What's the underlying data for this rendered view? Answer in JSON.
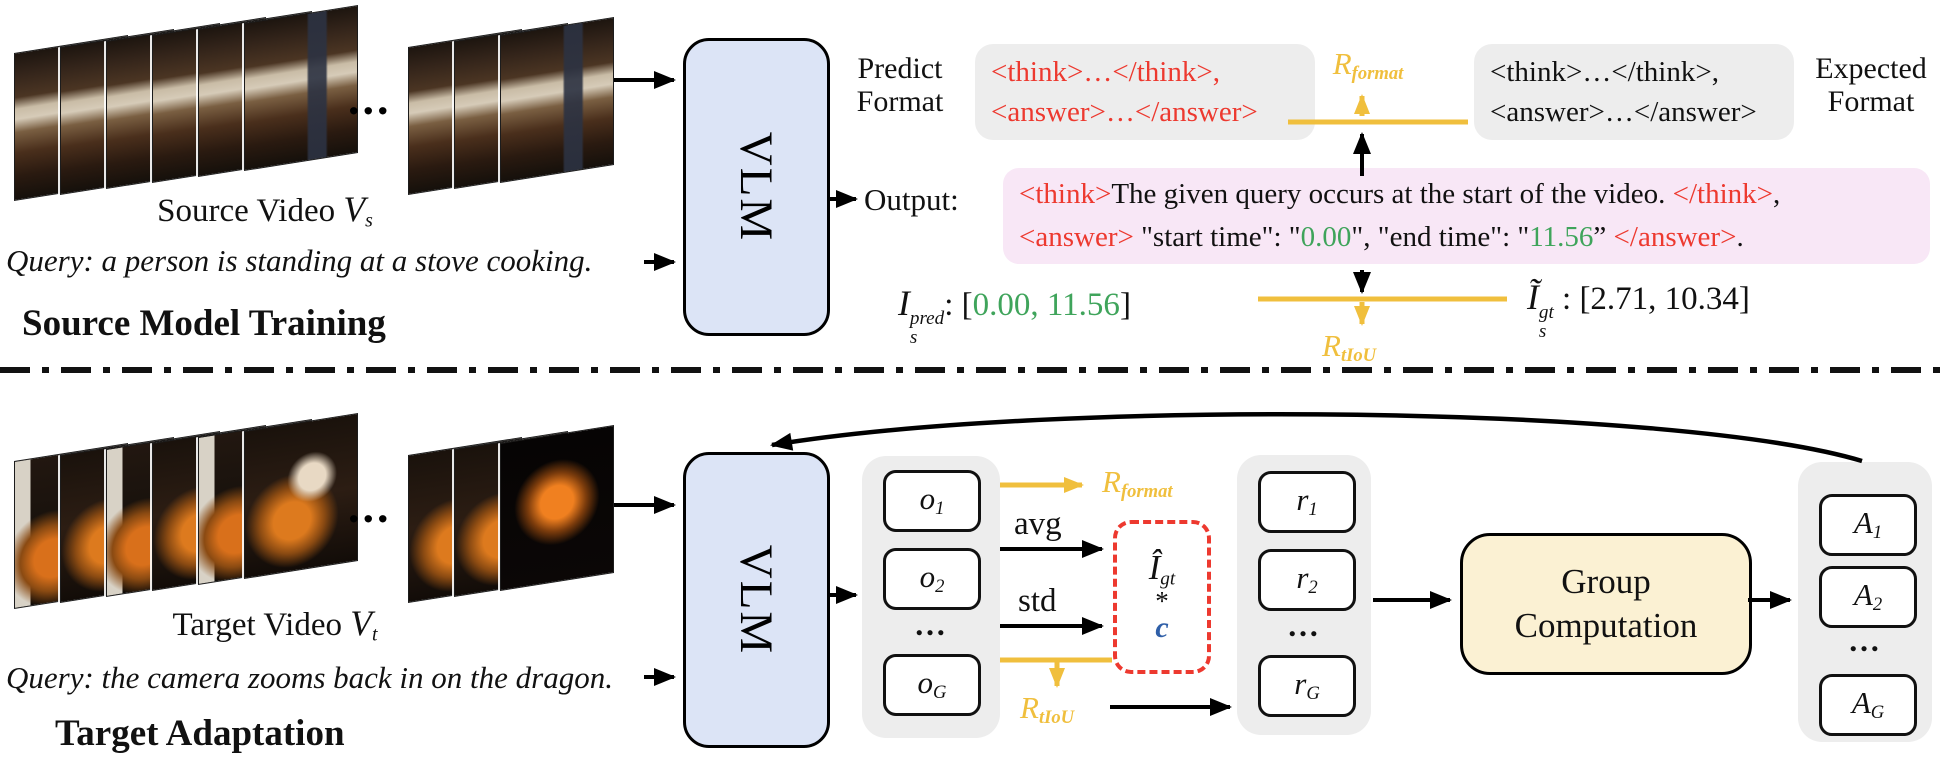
{
  "colors": {
    "vlm_fill": "#dce4f6",
    "gray_box": "#ededed",
    "pink_box": "#f8e7f6",
    "cream_box": "#fbf1d3",
    "accent_yellow": "#f0bf3d",
    "accent_red": "#ed392f",
    "accent_green": "#3fa45b",
    "accent_blue": "#2f5fa8"
  },
  "source_section": {
    "ellipsis": "...",
    "video_label": {
      "text": "Source Video ",
      "math": "V",
      "sub": "s"
    },
    "query": "Query: a person is standing at a stove cooking.",
    "title": "Source Model Training",
    "vlm": "VLM",
    "predict_format": {
      "line1": "Predict",
      "line2": "Format"
    },
    "predict_box": {
      "line1": "<think>…</think>,",
      "line2": "<answer>…</answer>"
    },
    "r_format": {
      "base": "R",
      "sub": "format"
    },
    "expected_box": {
      "line1": "<think>…</think>,",
      "line2": "<answer>…</answer>"
    },
    "expected_format": {
      "line1": "Expected",
      "line2": "Format"
    },
    "output_label": "Output:",
    "output_box": {
      "l1_open": "<think>",
      "l1_text": "The given query occurs at the start of the video. ",
      "l1_close": "</think>",
      "l1_tail": ",",
      "l2_open": "<answer>",
      "l2_t1": " \"start time\": \"",
      "l2_v1": "0.00",
      "l2_t2": "\", \"end time\": \"",
      "l2_v2": "11.56",
      "l2_t3": "” ",
      "l2_close": "</answer>",
      "l2_tail": "."
    },
    "pred_interval": {
      "base": "I",
      "sup": "pred",
      "sub": "s",
      "colon": ": ",
      "open": "[",
      "values": "0.00, 11.56",
      "close": "]"
    },
    "r_tiou": {
      "base": "R",
      "sub": "tIoU"
    },
    "gt_interval": {
      "base": "Ĩ",
      "sup": "gt",
      "sub": "s",
      "colon": " : ",
      "value": "[2.71, 10.34]"
    }
  },
  "target_section": {
    "ellipsis": "...",
    "video_label": {
      "text": "Target Video ",
      "math": "V",
      "sub": "t"
    },
    "query": "Query: the camera zooms back in on the dragon.",
    "title": "Target Adaptation",
    "vlm": "VLM",
    "o_items": [
      {
        "base": "o",
        "sub": "1"
      },
      {
        "base": "o",
        "sub": "2"
      },
      {
        "base": "o",
        "sub": "G"
      }
    ],
    "col_dots": "…",
    "avg": "avg",
    "std": "std",
    "r_format": {
      "base": "R",
      "sub": "format"
    },
    "r_tiou": {
      "base": "R",
      "sub": "tIoU"
    },
    "gt_box": {
      "base": "Î",
      "sub": "gt",
      "star": "*",
      "c": "c"
    },
    "r_items": [
      {
        "base": "r",
        "sub": "1"
      },
      {
        "base": "r",
        "sub": "2"
      },
      {
        "base": "r",
        "sub": "G"
      }
    ],
    "group_box": {
      "line1": "Group",
      "line2": "Computation"
    },
    "a_items": [
      {
        "base": "A",
        "sub": "1"
      },
      {
        "base": "A",
        "sub": "2"
      },
      {
        "base": "A",
        "sub": "G"
      }
    ]
  }
}
